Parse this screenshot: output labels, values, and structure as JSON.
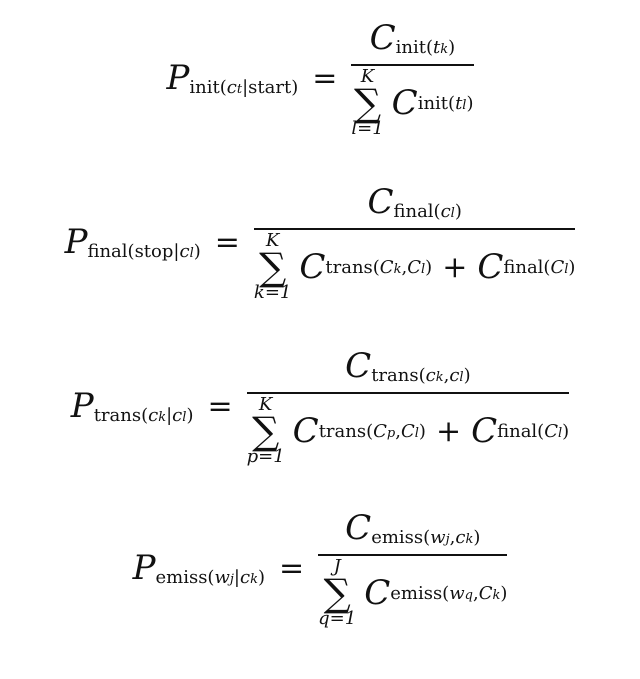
{
  "equations": [
    {
      "lhs": {
        "base": "P",
        "sub": "init(",
        "sub_c": "c",
        "sub_ci": "t",
        "sub_rest": "|start)"
      },
      "num": {
        "base": "C",
        "sub": "init(",
        "sub_t": "t",
        "sub_ti": "k",
        "sub_close": ")"
      },
      "sum": {
        "top": "K",
        "bottom": "l=1"
      },
      "den_terms": [
        {
          "base": "C",
          "sub": "init(",
          "sub_t": "t",
          "sub_ti": "l",
          "sub_close": ")"
        }
      ]
    },
    {
      "lhs": {
        "base": "P",
        "sub": "final(stop|",
        "sub_c": "c",
        "sub_ci": "l",
        "sub_rest": ")"
      },
      "num": {
        "base": "C",
        "sub": "final(",
        "sub_t": "c",
        "sub_ti": "l",
        "sub_close": ")"
      },
      "sum": {
        "top": "K",
        "bottom": "k=1"
      },
      "den_terms": [
        {
          "base": "C",
          "sub": "trans(",
          "a": "C",
          "ai": "k",
          "b": "C",
          "bi": "l",
          "close": ")"
        },
        {
          "plus": "+",
          "base": "C",
          "sub": "final(",
          "a": "C",
          "ai": "l",
          "close": ")"
        }
      ]
    },
    {
      "lhs": {
        "base": "P",
        "sub": "trans(",
        "sub_c": "c",
        "sub_ci": "k",
        "sub_rest": "|",
        "sub_c2": "c",
        "sub_c2i": "l",
        "sub_close": ")"
      },
      "num": {
        "base": "C",
        "sub": "trans(",
        "a": "c",
        "ai": "k",
        "b": "c",
        "bi": "l",
        "close": ")"
      },
      "sum": {
        "top": "K",
        "bottom": "p=1"
      },
      "den_terms": [
        {
          "base": "C",
          "sub": "trans(",
          "a": "C",
          "ai": "p",
          "b": "C",
          "bi": "l",
          "close": ")"
        },
        {
          "plus": "+",
          "base": "C",
          "sub": "final(",
          "a": "C",
          "ai": "l",
          "close": ")"
        }
      ]
    },
    {
      "lhs": {
        "base": "P",
        "sub": "emiss(",
        "sub_c": "w",
        "sub_ci": "j",
        "sub_rest": "|",
        "sub_c2": "c",
        "sub_c2i": "k",
        "sub_close": ")"
      },
      "num": {
        "base": "C",
        "sub": "emiss(",
        "a": "w",
        "ai": "j",
        "b": "c",
        "bi": "k",
        "close": ")"
      },
      "sum": {
        "top": "J",
        "bottom": "q=1"
      },
      "den_terms": [
        {
          "base": "C",
          "sub": "emiss(",
          "a": "w",
          "ai": "q",
          "b": "C",
          "bi": "k",
          "close": ")"
        }
      ]
    }
  ],
  "symbols": {
    "equals": "=",
    "sum": "∑",
    "comma": ","
  }
}
